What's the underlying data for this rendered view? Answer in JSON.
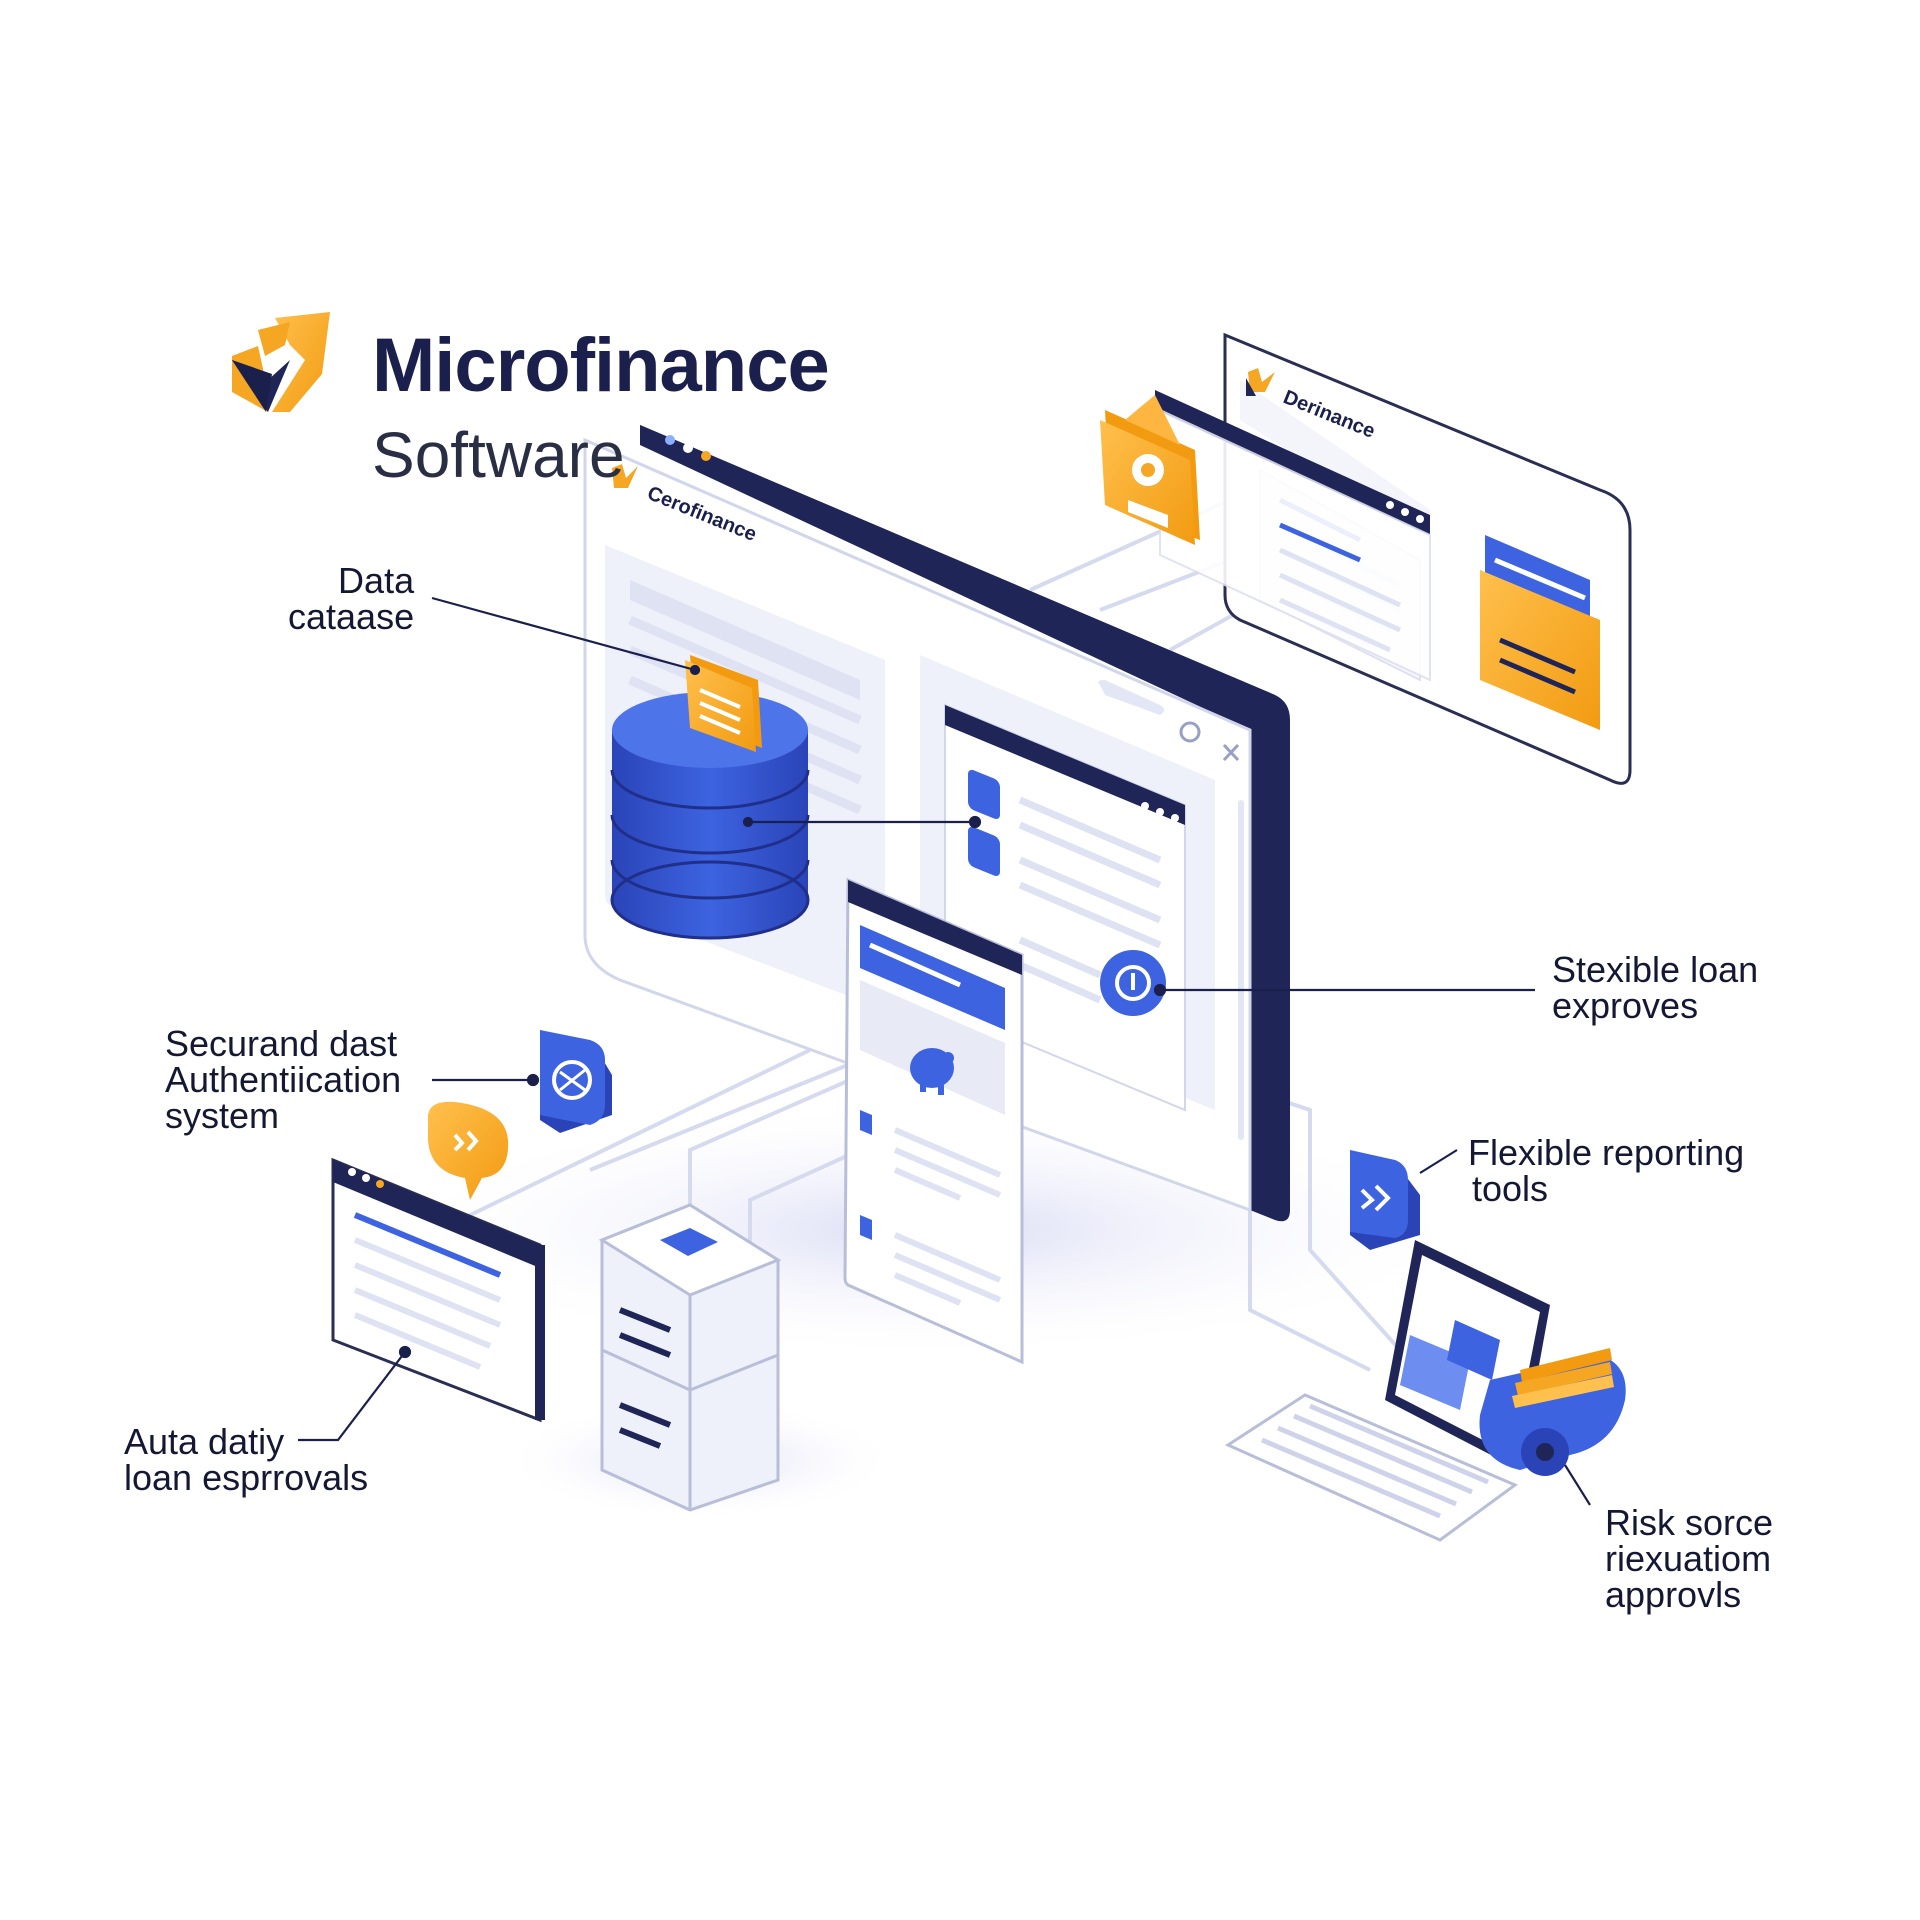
{
  "brand": {
    "title": "Microfinance",
    "subtitle": "Software"
  },
  "windows": {
    "main_brand": "Cerofinance",
    "back_brand": "Derinance"
  },
  "callouts": {
    "data_database": [
      "Data",
      "cataase"
    ],
    "flexible_loan": [
      "Stexible loan",
      "exproves"
    ],
    "authentication": [
      "Securand dast",
      "Authentiication",
      "system"
    ],
    "reporting": [
      "Flexible reporting",
      "tools"
    ],
    "auto_approvals": [
      "Auta datiy",
      "loan esprrovals"
    ],
    "risk_scoring": [
      "Risk sorce",
      "riexuatiom",
      "approvls"
    ]
  },
  "colors": {
    "navy": "#1f2657",
    "blue": "#3d63e0",
    "orange": "#f5a623",
    "light_panel": "#eef0fa",
    "line_gray": "#dfe2f2"
  },
  "icons": [
    "logo-shield-check",
    "database",
    "document",
    "user-badge",
    "folder",
    "piggy-bank",
    "shield-lock",
    "chat-bubble",
    "report-chart",
    "search",
    "close",
    "server",
    "laptop",
    "keyboard",
    "coins"
  ]
}
